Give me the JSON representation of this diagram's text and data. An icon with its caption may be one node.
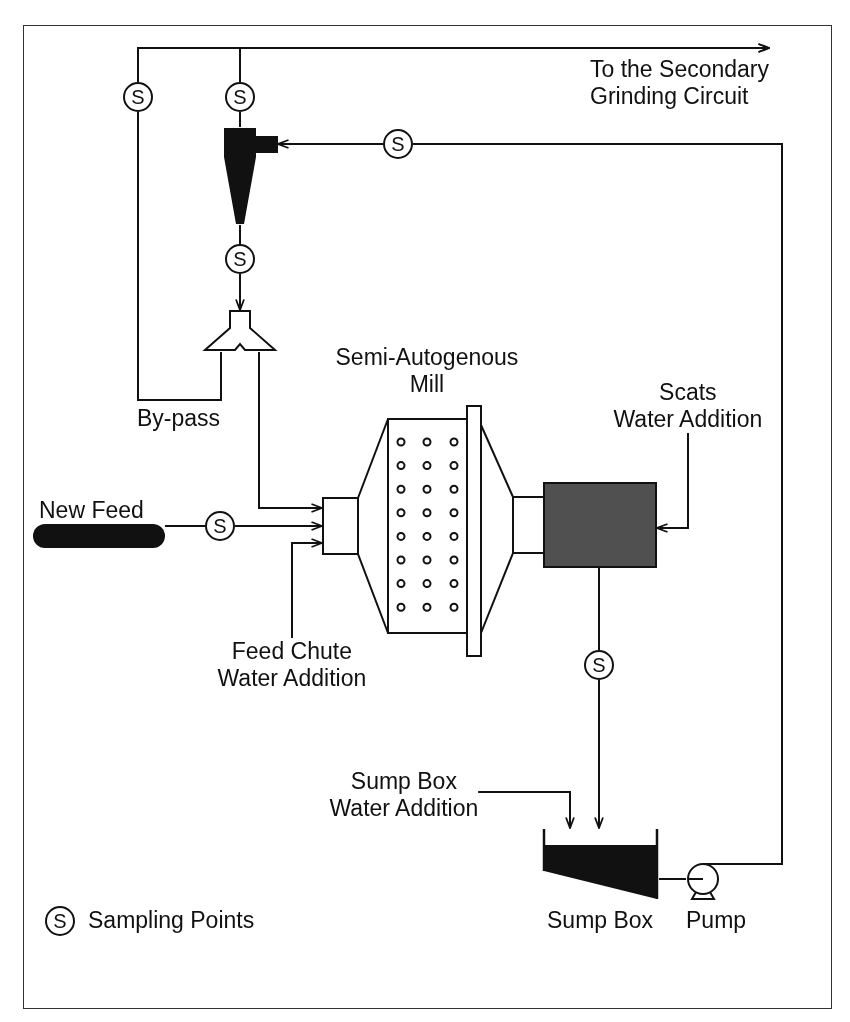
{
  "diagram": {
    "nodes": [
      {
        "text": [
          "S"
        ]
      },
      {
        "text": [
          "S"
        ]
      },
      {
        "text": [
          "To the Secondary Grinding Circuit"
        ]
      },
      {
        "text": [],
        "shape": "picture"
      },
      {
        "text": [
          "S"
        ]
      },
      {
        "text": [
          "S"
        ]
      },
      {
        "text": [],
        "shape": "picture"
      },
      {
        "text": [
          "Semi-Autogenous Mill"
        ]
      },
      {
        "text": [
          "Scats Water Addition"
        ]
      },
      {
        "text": [],
        "shape": "box"
      },
      {
        "text": [
          "New Feed"
        ]
      },
      {
        "text": [
          "S"
        ]
      },
      {
        "text": [
          "Feed Chute Water Addition"
        ]
      },
      {
        "text": [
          "S"
        ]
      },
      {
        "text": [
          "Sump Box Water Addition"
        ]
      },
      {
        "text": [
          "Sump Box"
        ]
      },
      {
        "text": [
          "Pump"
        ]
      }
    ],
    "edges": [
      {
        "from": 3,
        "to": 1,
        "arrow": "none"
      },
      {
        "from": 1,
        "to": 2,
        "arrow": "to"
      },
      {
        "from": 6,
        "to": 0,
        "arrow": "none",
        "label": "By-pass"
      },
      {
        "from": 0,
        "to": 2,
        "arrow": "to"
      },
      {
        "from": 16,
        "to": 4,
        "arrow": "none"
      },
      {
        "from": 4,
        "to": 3,
        "arrow": "to"
      },
      {
        "from": 3,
        "to": 5,
        "arrow": "none"
      },
      {
        "from": 5,
        "to": 6,
        "arrow": "to"
      },
      {
        "from": 6,
        "to": 7,
        "arrow": "to"
      },
      {
        "from": 10,
        "to": 11,
        "arrow": "none"
      },
      {
        "from": 11,
        "to": 7,
        "arrow": "to"
      },
      {
        "from": 12,
        "to": 7,
        "arrow": "to"
      },
      {
        "from": 8,
        "to": 9,
        "arrow": "to"
      },
      {
        "from": 9,
        "to": 13,
        "arrow": "none"
      },
      {
        "from": 13,
        "to": 15,
        "arrow": "to"
      },
      {
        "from": 14,
        "to": 15,
        "arrow": "to"
      },
      {
        "from": 15,
        "to": 16,
        "arrow": "none"
      }
    ],
    "labels": [
      "S"
    ],
    "legend": [
      {
        "text": "Sampling Points"
      }
    ]
  }
}
